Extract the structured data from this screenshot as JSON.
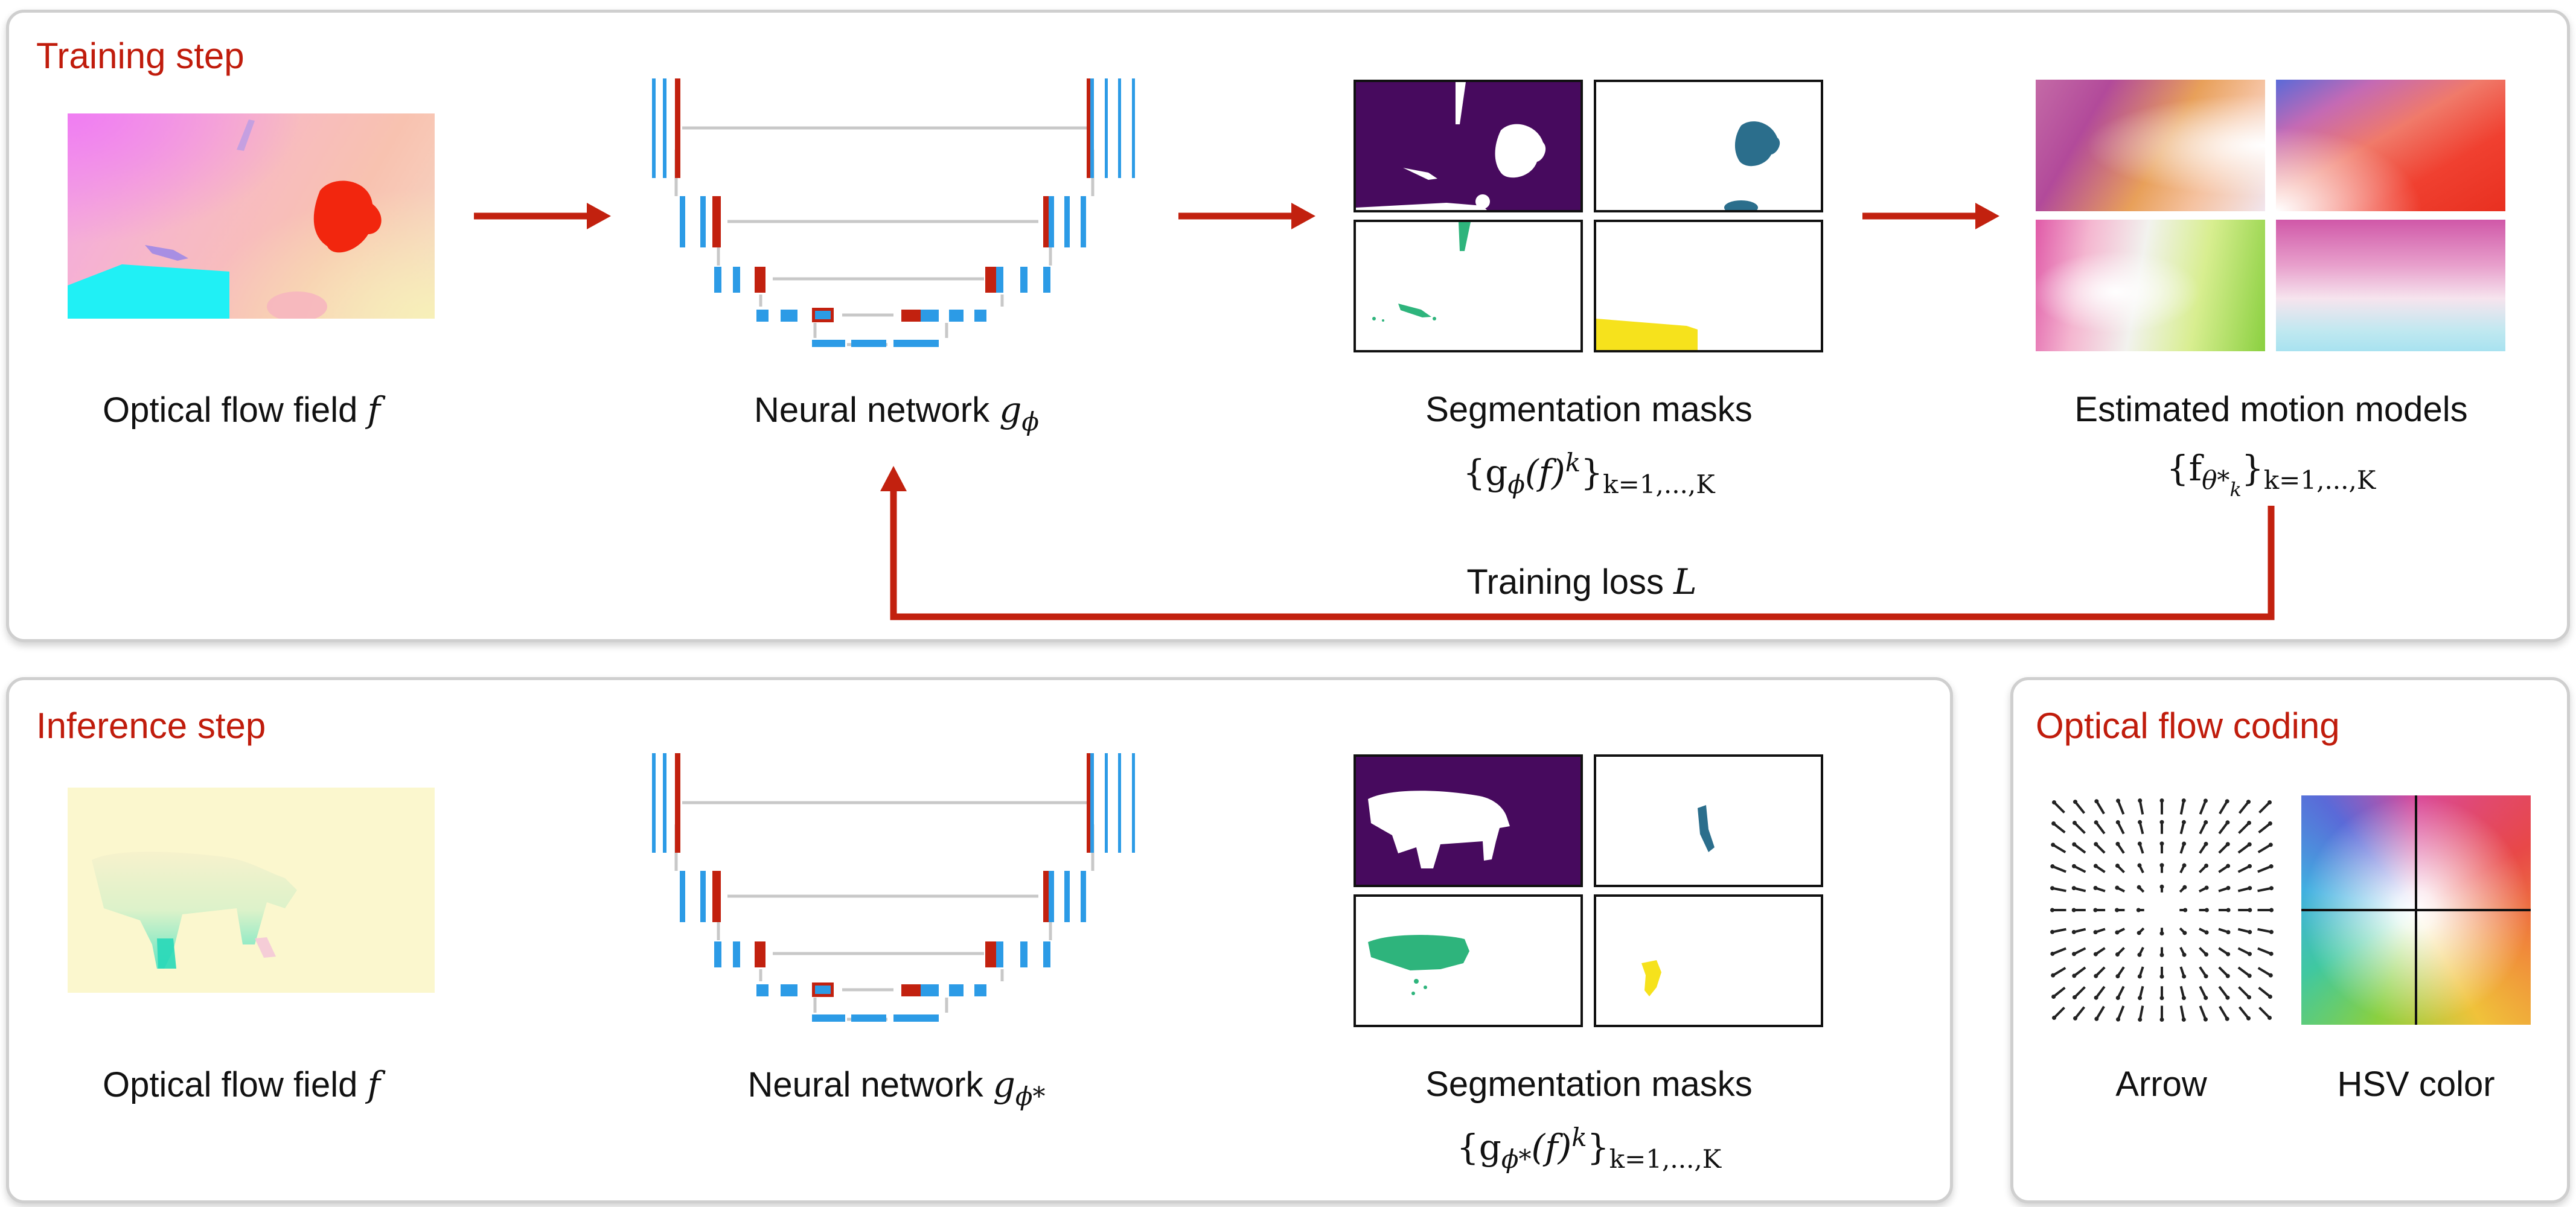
{
  "training": {
    "title": "Training step",
    "flow_caption": "Optical flow field",
    "flow_symbol": "f",
    "net_caption": "Neural network",
    "net_symbol": "g",
    "net_sub": "ϕ",
    "masks_caption": "Segmentation masks",
    "masks_formula_a": "{g",
    "masks_formula_sub": "ϕ",
    "masks_formula_b": "(f)",
    "masks_formula_sup": "k",
    "masks_formula_c": "}",
    "masks_formula_range": "k=1,...,K",
    "models_caption": "Estimated motion models",
    "models_formula_a": "{f",
    "models_formula_sub": "θ*",
    "models_formula_sub2": "k",
    "models_formula_c": "}",
    "models_formula_range": "k=1,...,K",
    "loss_label": "Training loss",
    "loss_symbol": "L"
  },
  "inference": {
    "title": "Inference step",
    "flow_caption": "Optical flow field",
    "flow_symbol": "f",
    "net_caption": "Neural network",
    "net_symbol": "g",
    "net_sub": "ϕ*",
    "masks_caption": "Segmentation masks",
    "masks_formula_a": "{g",
    "masks_formula_sub": "ϕ*",
    "masks_formula_b": "(f)",
    "masks_formula_sup": "k",
    "masks_formula_c": "}",
    "masks_formula_range": "k=1,...,K"
  },
  "coding": {
    "title": "Optical flow coding",
    "arrow_label": "Arrow",
    "hsv_label": "HSV color"
  },
  "colors": {
    "accent_red": "#c01c0c",
    "arrow_red": "#c2210f",
    "unet_blue": "#2c9be6",
    "unet_red": "#c2210f",
    "skip_gray": "#c8c8c8",
    "mask_purple": "#470a5e",
    "mask_teal": "#2b6e8c",
    "mask_green": "#2eb47c",
    "mask_yellow": "#f6e21c"
  }
}
